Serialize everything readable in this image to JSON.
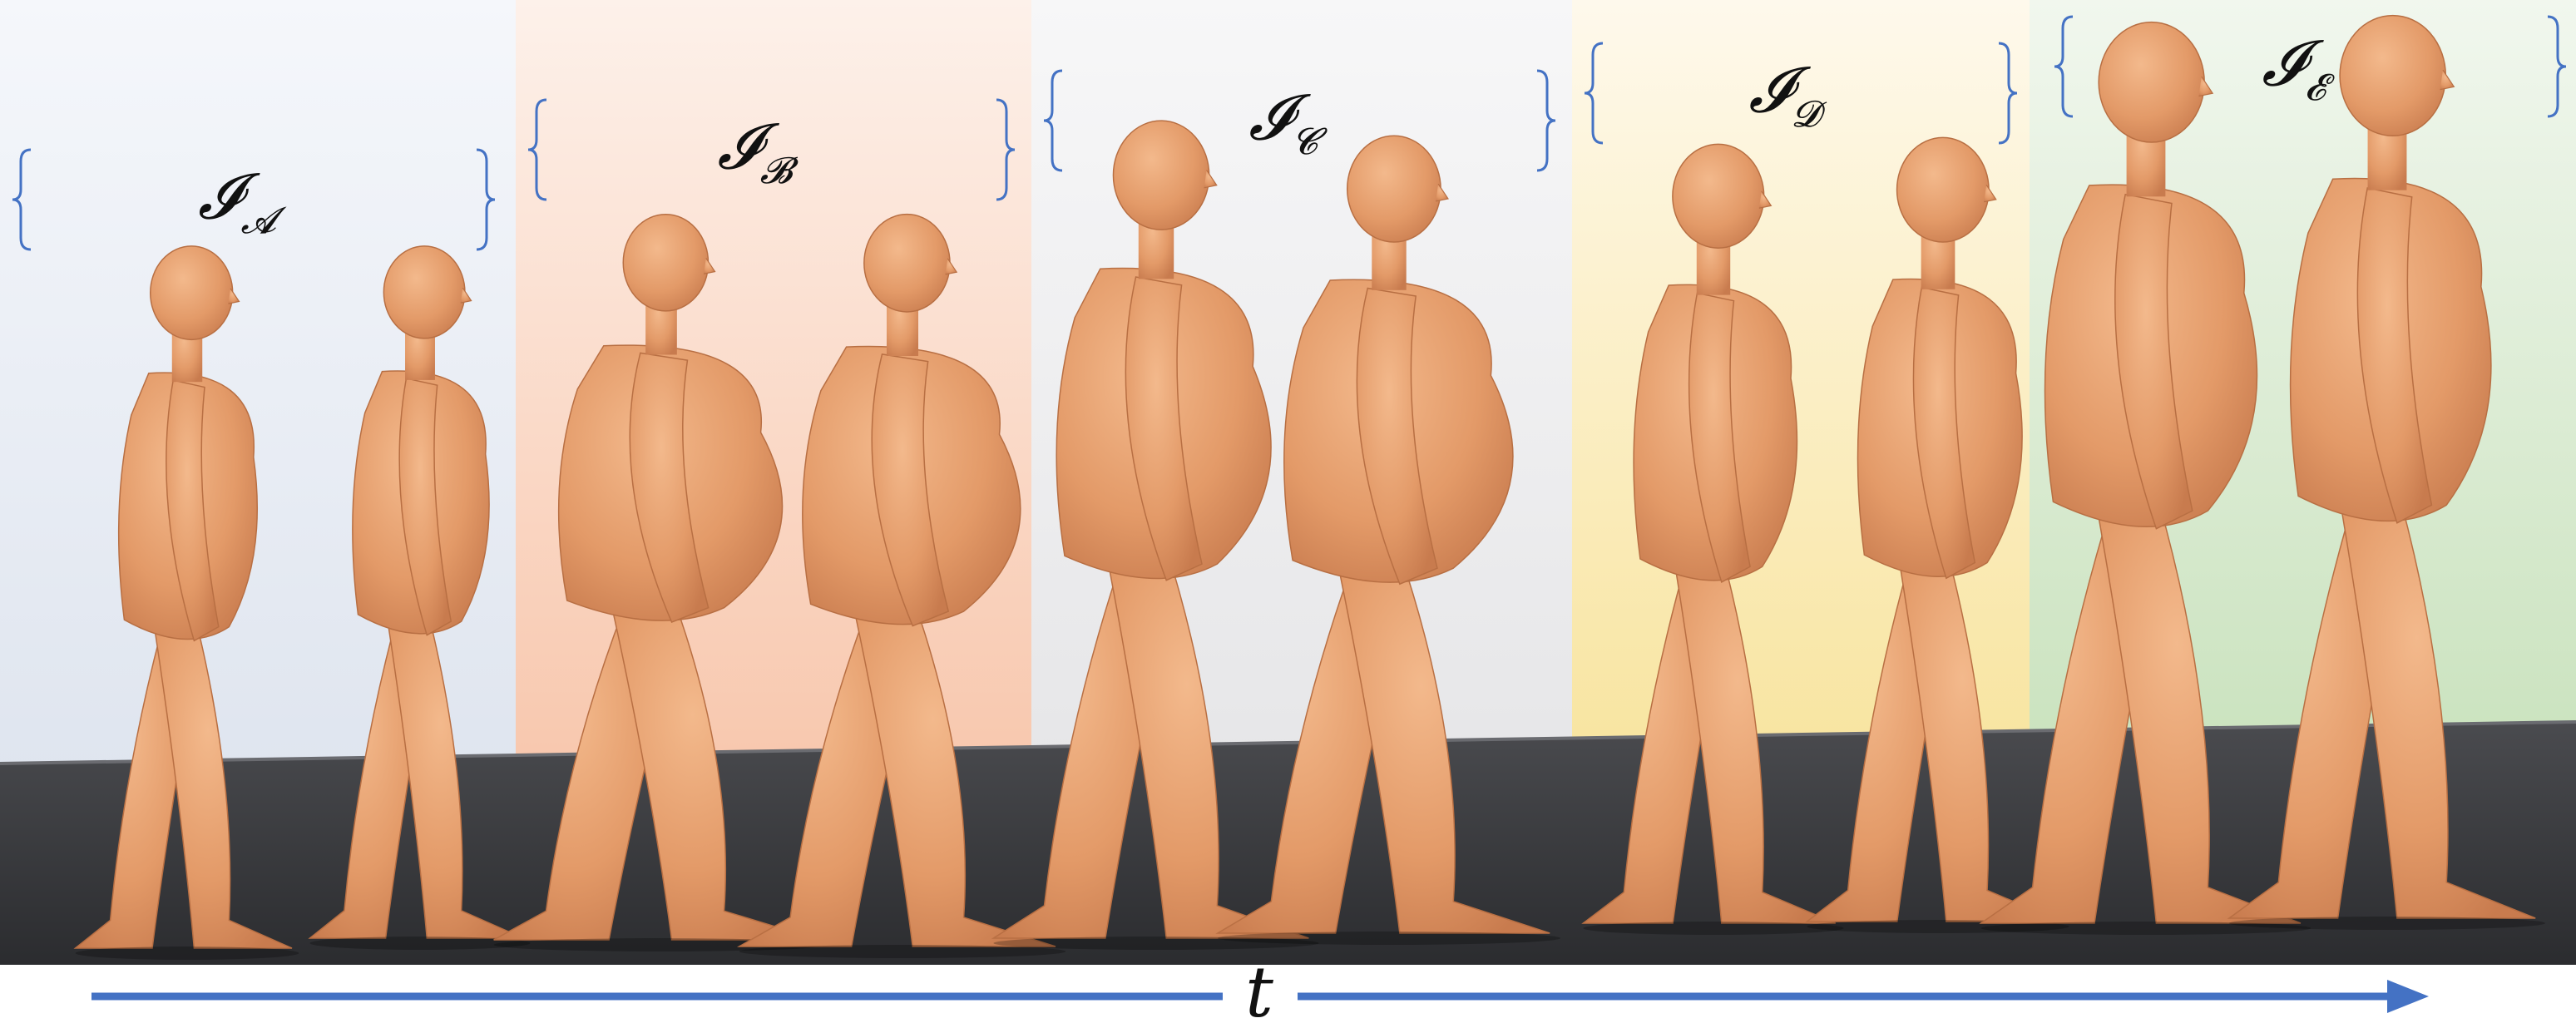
{
  "figure": {
    "segments": [
      {
        "id": "A",
        "label_main": "𝓘",
        "label_sub": "𝓐",
        "bg_color": "#e4e9f1",
        "person_count": 2
      },
      {
        "id": "B",
        "label_main": "𝓘",
        "label_sub": "𝓑",
        "bg_color": "#fbdccb",
        "person_count": 2
      },
      {
        "id": "C",
        "label_main": "𝓘",
        "label_sub": "𝓒",
        "bg_color": "#ececee",
        "person_count": 2
      },
      {
        "id": "D",
        "label_main": "𝓘",
        "label_sub": "𝓓",
        "bg_color": "#fbefc7",
        "person_count": 2
      },
      {
        "id": "E",
        "label_main": "𝓘",
        "label_sub": "𝓔",
        "bg_color": "#dcecd5",
        "person_count": 2
      }
    ],
    "time_axis_label": "t",
    "colors": {
      "arrow": "#4472c4",
      "brace": "#4472c4",
      "floor": "#3a3b3e",
      "skin": "#e8a070"
    }
  }
}
